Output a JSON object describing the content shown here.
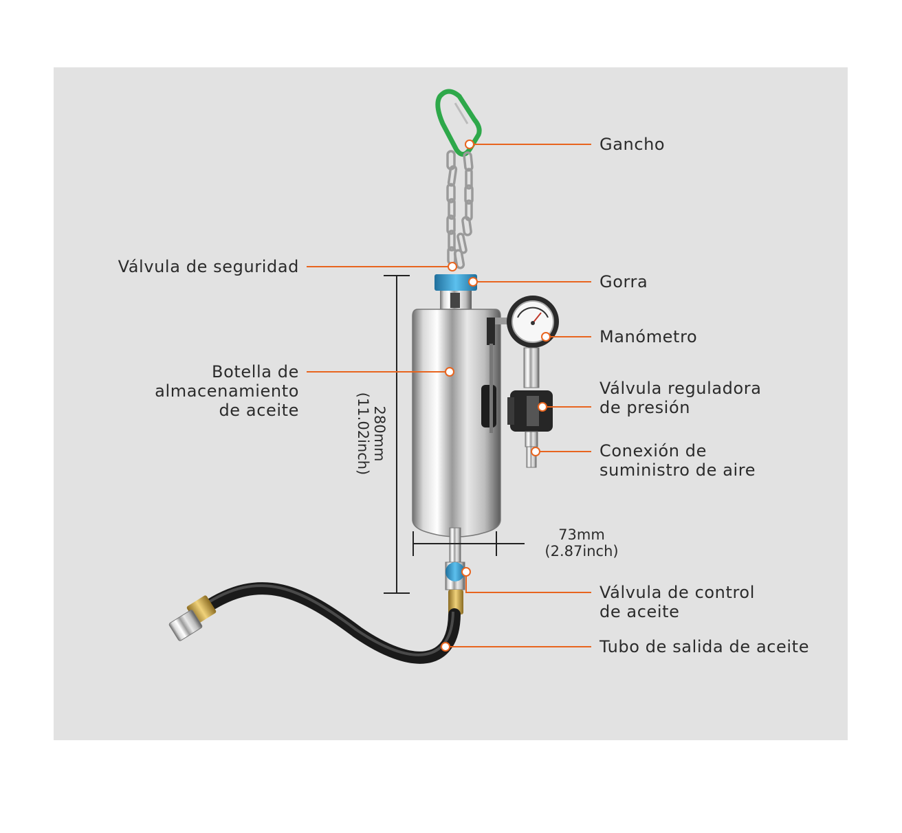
{
  "labels": {
    "gancho": "Gancho",
    "valvula_seguridad": "Válvula de seguridad",
    "gorra": "Gorra",
    "manometro": "Manómetro",
    "botella": [
      "Botella de",
      "almacenamiento",
      "de aceite"
    ],
    "valvula_reguladora": [
      "Válvula reguladora",
      "de presión"
    ],
    "conexion_aire": [
      "Conexión de",
      "suministro de aire"
    ],
    "valvula_control": [
      "Válvula de control",
      "de aceite"
    ],
    "tubo_salida": "Tubo de salida de aceite"
  },
  "dimensions": {
    "height": [
      "280mm",
      "(11.02inch)"
    ],
    "width": [
      "73mm",
      "(2.87inch)"
    ]
  },
  "colors": {
    "panel": "#e2e2e2",
    "leader": "#e8641e",
    "cap": "#3aa3d8",
    "hook": "#2ea84a",
    "text": "#2b2b2b"
  }
}
